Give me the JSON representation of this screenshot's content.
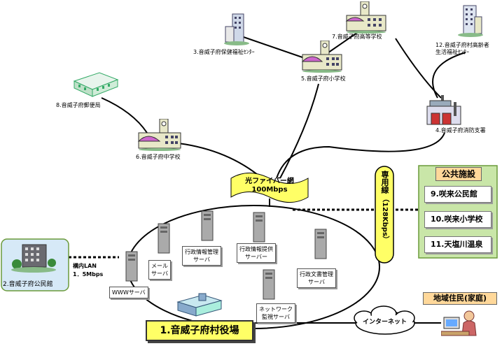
{
  "facilities": {
    "f2": "2.音威子府公民館",
    "f3": "3.音威子府保健福祉ｾﾝﾀｰ",
    "f4": "4.音威子府消防支署",
    "f5": "5.音威子府小学校",
    "f6": "6.音威子府中学校",
    "f7": "7.音威子府高等学校",
    "f8": "8.音威子府郵便局",
    "f12_line1": "12.音威子府村高齢者",
    "f12_line2": "生活福祉ｾﾝﾀｰ"
  },
  "network": {
    "fiber_line1": "光ファイバー網",
    "fiber_line2": "100Mbps",
    "lan_line1": "構内LAN",
    "lan_line2": "1．5Mbps",
    "dedicated_line1": "専用線",
    "dedicated_line2": "（128Kbps）",
    "internet": "インターネット"
  },
  "servers": {
    "mail_line1": "メール",
    "mail_line2": "サーバ",
    "admin_mgmt_line1": "行政情報管理",
    "admin_mgmt_line2": "サーバ",
    "admin_provide_line1": "行政情報提供",
    "admin_provide_line2": "サーバー",
    "doc_mgmt_line1": "行政文書管理",
    "doc_mgmt_line2": "サーバ",
    "www": "WWWサーバ",
    "netmon_line1": "ネットワーク",
    "netmon_line2": "監視サーバ"
  },
  "main_office": "1.音威子府村役場",
  "public_facilities": {
    "header": "公共施設",
    "items": [
      "9.咲来公民館",
      "10.咲来小学校",
      "11.天塩川温泉"
    ]
  },
  "residents": "地域住民(家庭)",
  "colors": {
    "line": "#000000",
    "main_label_bg": "#ffff66",
    "public_header_bg": "#ffd89a",
    "public_border": "#6a9a3a",
    "left_box_bg": "#d6e9f7",
    "building_roof": "#cc66cc",
    "building_wall": "#e8e8c8"
  }
}
